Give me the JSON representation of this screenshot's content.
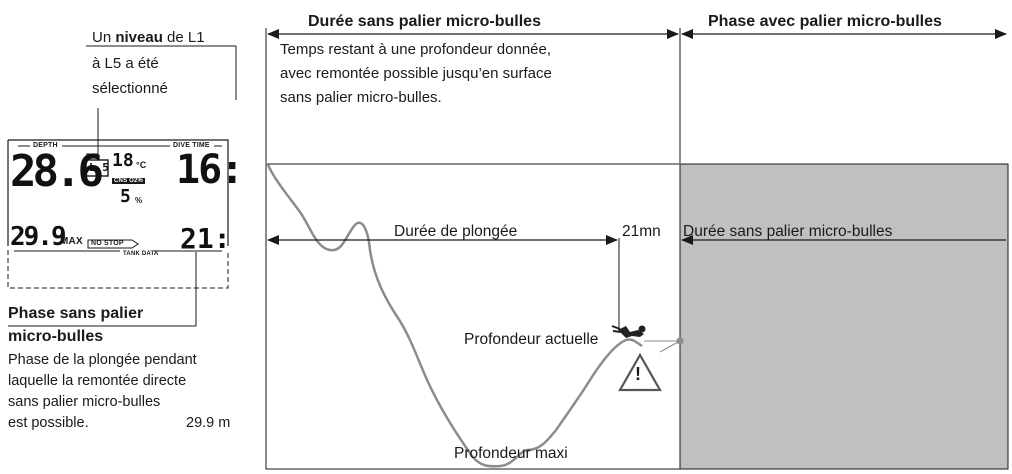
{
  "annotations": {
    "level": {
      "pre": "Un ",
      "bold": "niveau",
      "post": " de L1",
      "line2": "à L5 a été",
      "line3": "sélectionné"
    },
    "nostop_title_l1": "Phase sans palier",
    "nostop_title_l2": "micro-bulles",
    "nostop_desc": [
      "Phase de la plongée pendant",
      "laquelle la remontée directe",
      "sans palier micro-bulles",
      "est possible."
    ],
    "max_depth_value": "29.9 m"
  },
  "header": {
    "left_title": "Durée sans palier micro-bulles",
    "left_desc": [
      "Temps restant à une profondeur donnée,",
      "avec remontée possible jusqu’en surface",
      "sans palier micro-bulles."
    ],
    "right_title": "Phase avec palier micro-bulles"
  },
  "diagram": {
    "dive_time_label": "Durée de plongée",
    "remaining_value": "21mn",
    "remaining_label": "Durée sans palier micro-bulles",
    "current_depth_label": "Profondeur actuelle",
    "max_depth_label": "Profondeur maxi",
    "warning_symbol": "!",
    "shade_color": "#c0c0c0"
  },
  "display": {
    "depth_label": "DEPTH",
    "dive_time_label": "DIVE TIME",
    "depth_value": "28.6",
    "level_badge": "L 5",
    "temperature": "18",
    "temperature_unit": "°C",
    "cns_label": "CNS O2%",
    "cns_value": "5",
    "cns_unit": "%",
    "dive_time_value": "16:",
    "max_depth_value": "29.9",
    "max_label": "MAX",
    "nostop_badge": "NO STOP",
    "tank_label": "TANK DATA",
    "nostop_time": "21:"
  }
}
